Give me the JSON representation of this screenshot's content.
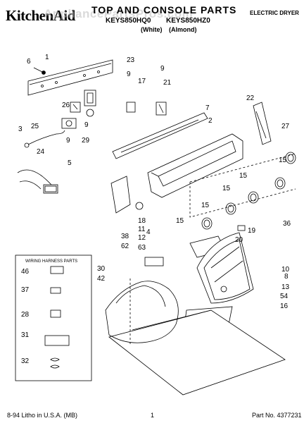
{
  "header": {
    "brand": "KitchenAid",
    "title": "TOP AND CONSOLE PARTS",
    "watermark": "AppliancePartsPros.com",
    "model_white": "KEYS850HQ0",
    "model_almond": "KEYS850HZ0",
    "colour_white": "(White)",
    "colour_almond": "(Almond)",
    "product_type": "ELECTRIC DRYER"
  },
  "wiring_kit": {
    "title": "WIRING HARNESS PARTS",
    "items": [
      "46",
      "37",
      "28",
      "31",
      "32"
    ]
  },
  "callouts": [
    "1",
    "23",
    "6",
    "9",
    "17",
    "9",
    "21",
    "26",
    "22",
    "3",
    "7",
    "25",
    "2",
    "9",
    "27",
    "24",
    "9",
    "29",
    "5",
    "15",
    "15",
    "15",
    "15",
    "18",
    "36",
    "15",
    "4",
    "11",
    "19",
    "12",
    "20",
    "38",
    "62",
    "63",
    "10",
    "30",
    "8",
    "42",
    "13",
    "54",
    "16"
  ],
  "footer": {
    "date": "8-94 Litho in U.S.A. (MB)",
    "page": "1",
    "part_no": "Part No. 4377231"
  }
}
